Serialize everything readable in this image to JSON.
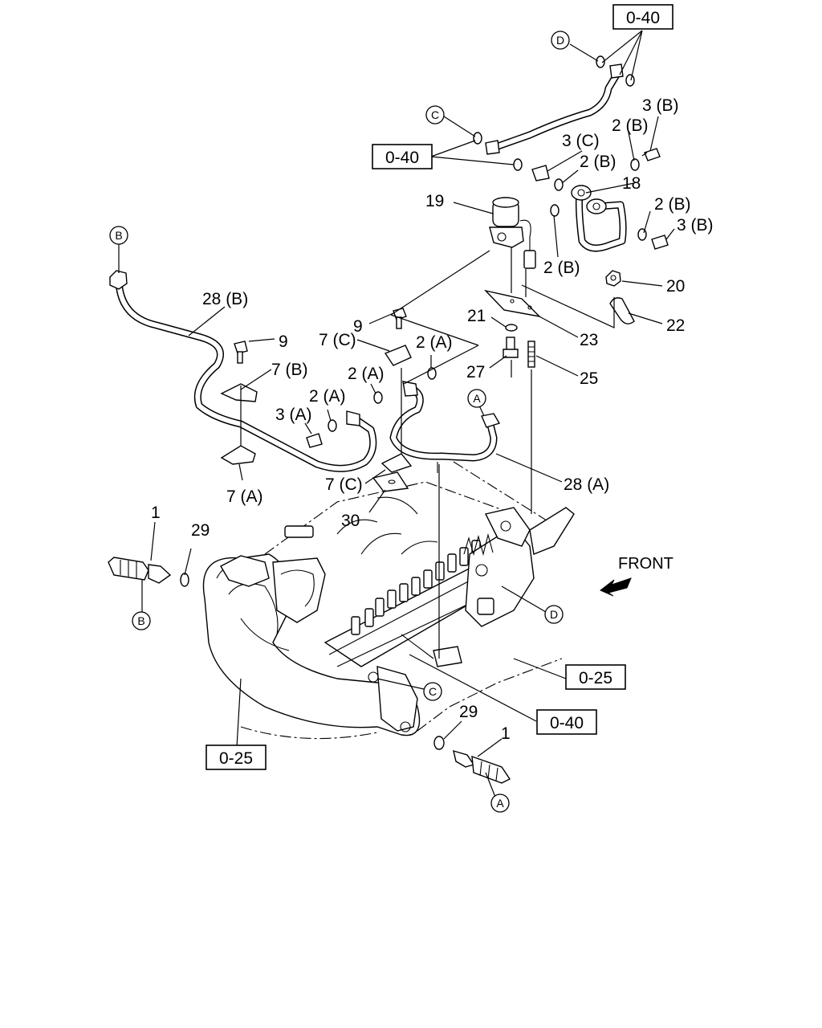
{
  "labels": {
    "l1_left": "1",
    "l1_right": "1",
    "l2a_1": "2 (A)",
    "l2a_2": "2 (A)",
    "l2a_3": "2 (A)",
    "l2b_1": "2 (B)",
    "l2b_2": "2 (B)",
    "l2b_3": "2 (B)",
    "l2b_4": "2 (B)",
    "l3a": "3 (A)",
    "l3b_1": "3 (B)",
    "l3b_2": "3 (B)",
    "l3c": "3 (C)",
    "l7a": "7 (A)",
    "l7b": "7 (B)",
    "l7c_1": "7 (C)",
    "l7c_2": "7 (C)",
    "l9_1": "9",
    "l9_2": "9",
    "l18": "18",
    "l19": "19",
    "l20": "20",
    "l21": "21",
    "l22": "22",
    "l23": "23",
    "l25": "25",
    "l27": "27",
    "l28a": "28 (A)",
    "l28b": "28 (B)",
    "l29_1": "29",
    "l29_2": "29",
    "l30": "30"
  },
  "refs": {
    "r040_top": "0-40",
    "r040_mid": "0-40",
    "r040_bot": "0-40",
    "r025_right": "0-25",
    "r025_left": "0-25"
  },
  "circled": {
    "d_top": "D",
    "c_top": "C",
    "b_top": "B",
    "a_mid": "A",
    "b_bot": "B",
    "d_mid": "D",
    "c_bot": "C",
    "a_bot": "A"
  },
  "front_label": "FRONT",
  "icons": {
    "front_arrow": "front-arrow-icon"
  }
}
